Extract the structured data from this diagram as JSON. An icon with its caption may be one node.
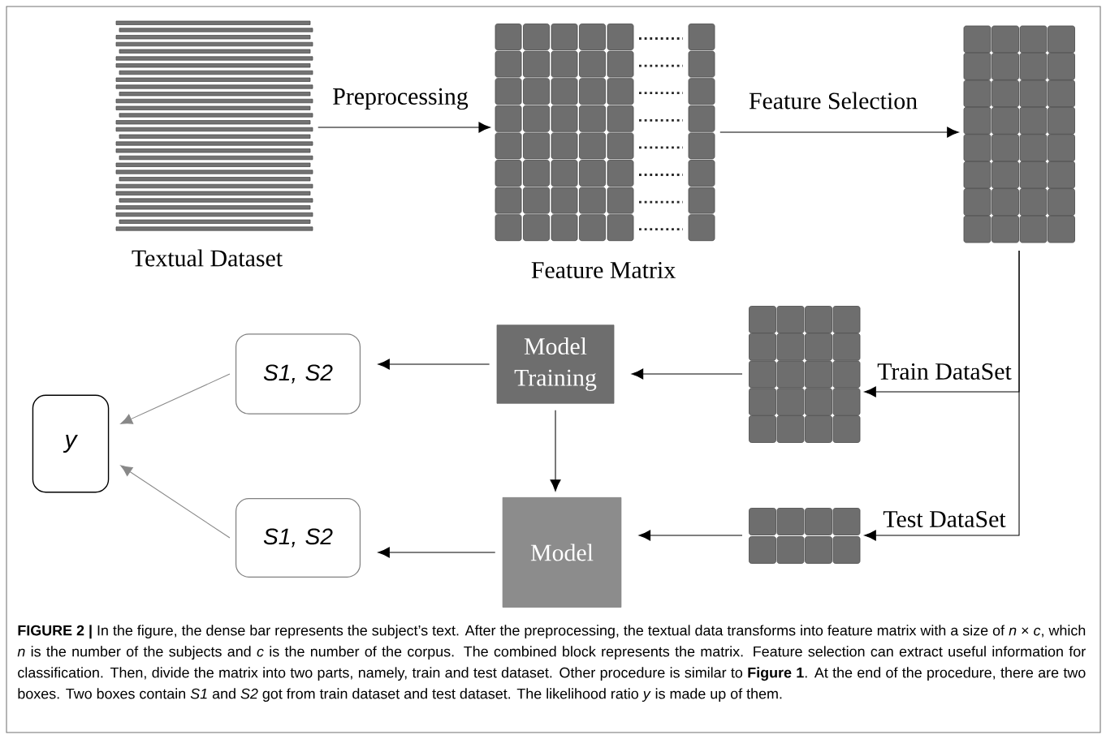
{
  "diagram": {
    "caption": "**FIGURE 2 |** In the figure, the dense bar represents the subject’s text. After the preprocessing, the textual data transforms into feature matrix with a size of *n* × *c*, which *n* is the number of the subjects and *c* is the number of the corpus. The combined block represents the matrix. Feature selection can extract useful information for classification. Then, divide the matrix into two parts, namely, train and test dataset. Other procedure is similar to **Figure 1**. At the end of the procedure, there are two boxes. Two boxes contain *S1* and *S2* got from train dataset and test dataset. The likelihood ratio *y* is made up of them.",
    "nodes": [
      {
        "text": [
          "Textual Dataset"
        ]
      },
      {
        "text": [
          "Feature Matrix"
        ]
      },
      {
        "text": [],
        "shape": "picture"
      },
      {
        "text": [],
        "shape": "picture"
      },
      {
        "text": [],
        "shape": "picture"
      },
      {
        "text": [
          "Model Training"
        ]
      },
      {
        "text": [
          "Model"
        ]
      },
      {
        "text": [
          "S1, S2"
        ]
      },
      {
        "text": [
          "S1, S2"
        ]
      },
      {
        "text": [
          "y"
        ]
      }
    ],
    "edges": [
      {
        "from": 0,
        "to": 1,
        "arrow": "to",
        "label": "Preprocessing"
      },
      {
        "from": 1,
        "to": 2,
        "arrow": "to",
        "label": "Feature Selection"
      },
      {
        "from": 2,
        "to": 3,
        "arrow": "to",
        "label": "Train DataSet"
      },
      {
        "from": 2,
        "to": 4,
        "arrow": "to",
        "label": "Test DataSet"
      },
      {
        "from": 3,
        "to": 5,
        "arrow": "to"
      },
      {
        "from": 4,
        "to": 6,
        "arrow": "to"
      },
      {
        "from": 5,
        "to": 6,
        "arrow": "to"
      },
      {
        "from": 5,
        "to": 7,
        "arrow": "to"
      },
      {
        "from": 6,
        "to": 8,
        "arrow": "to"
      },
      {
        "from": 7,
        "to": 9,
        "arrow": "to",
        "color": "#888888"
      },
      {
        "from": 8,
        "to": 9,
        "arrow": "to",
        "color": "#888888"
      }
    ]
  }
}
